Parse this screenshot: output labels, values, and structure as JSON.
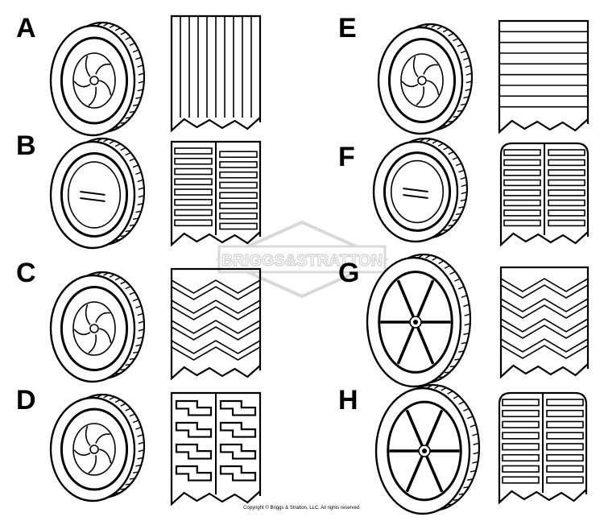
{
  "watermark": {
    "text": "BRIGGS&STRATTON",
    "color": "#d9d9d9"
  },
  "footer": {
    "copyright": "Copyright © Briggs & Stratton, LLC. All rights reserved."
  },
  "wheels": [
    {
      "letter": "A",
      "hub": "curved-spoke",
      "tread": "straight-ribs"
    },
    {
      "letter": "B",
      "hub": "plain-disc",
      "tread": "split-bar-lugs"
    },
    {
      "letter": "C",
      "hub": "curved-spoke",
      "tread": "diamond-chevron"
    },
    {
      "letter": "D",
      "hub": "curved-spoke",
      "tread": "interlocking-lugs"
    },
    {
      "letter": "E",
      "hub": "curved-spoke",
      "tread": "horizontal-bars"
    },
    {
      "letter": "F",
      "hub": "plain-disc",
      "tread": "split-bar-lugs-rounded"
    },
    {
      "letter": "G",
      "hub": "six-spoke",
      "tread": "diamond-chevron"
    },
    {
      "letter": "H",
      "hub": "six-spoke",
      "tread": "split-bar-lugs-rounded"
    }
  ]
}
